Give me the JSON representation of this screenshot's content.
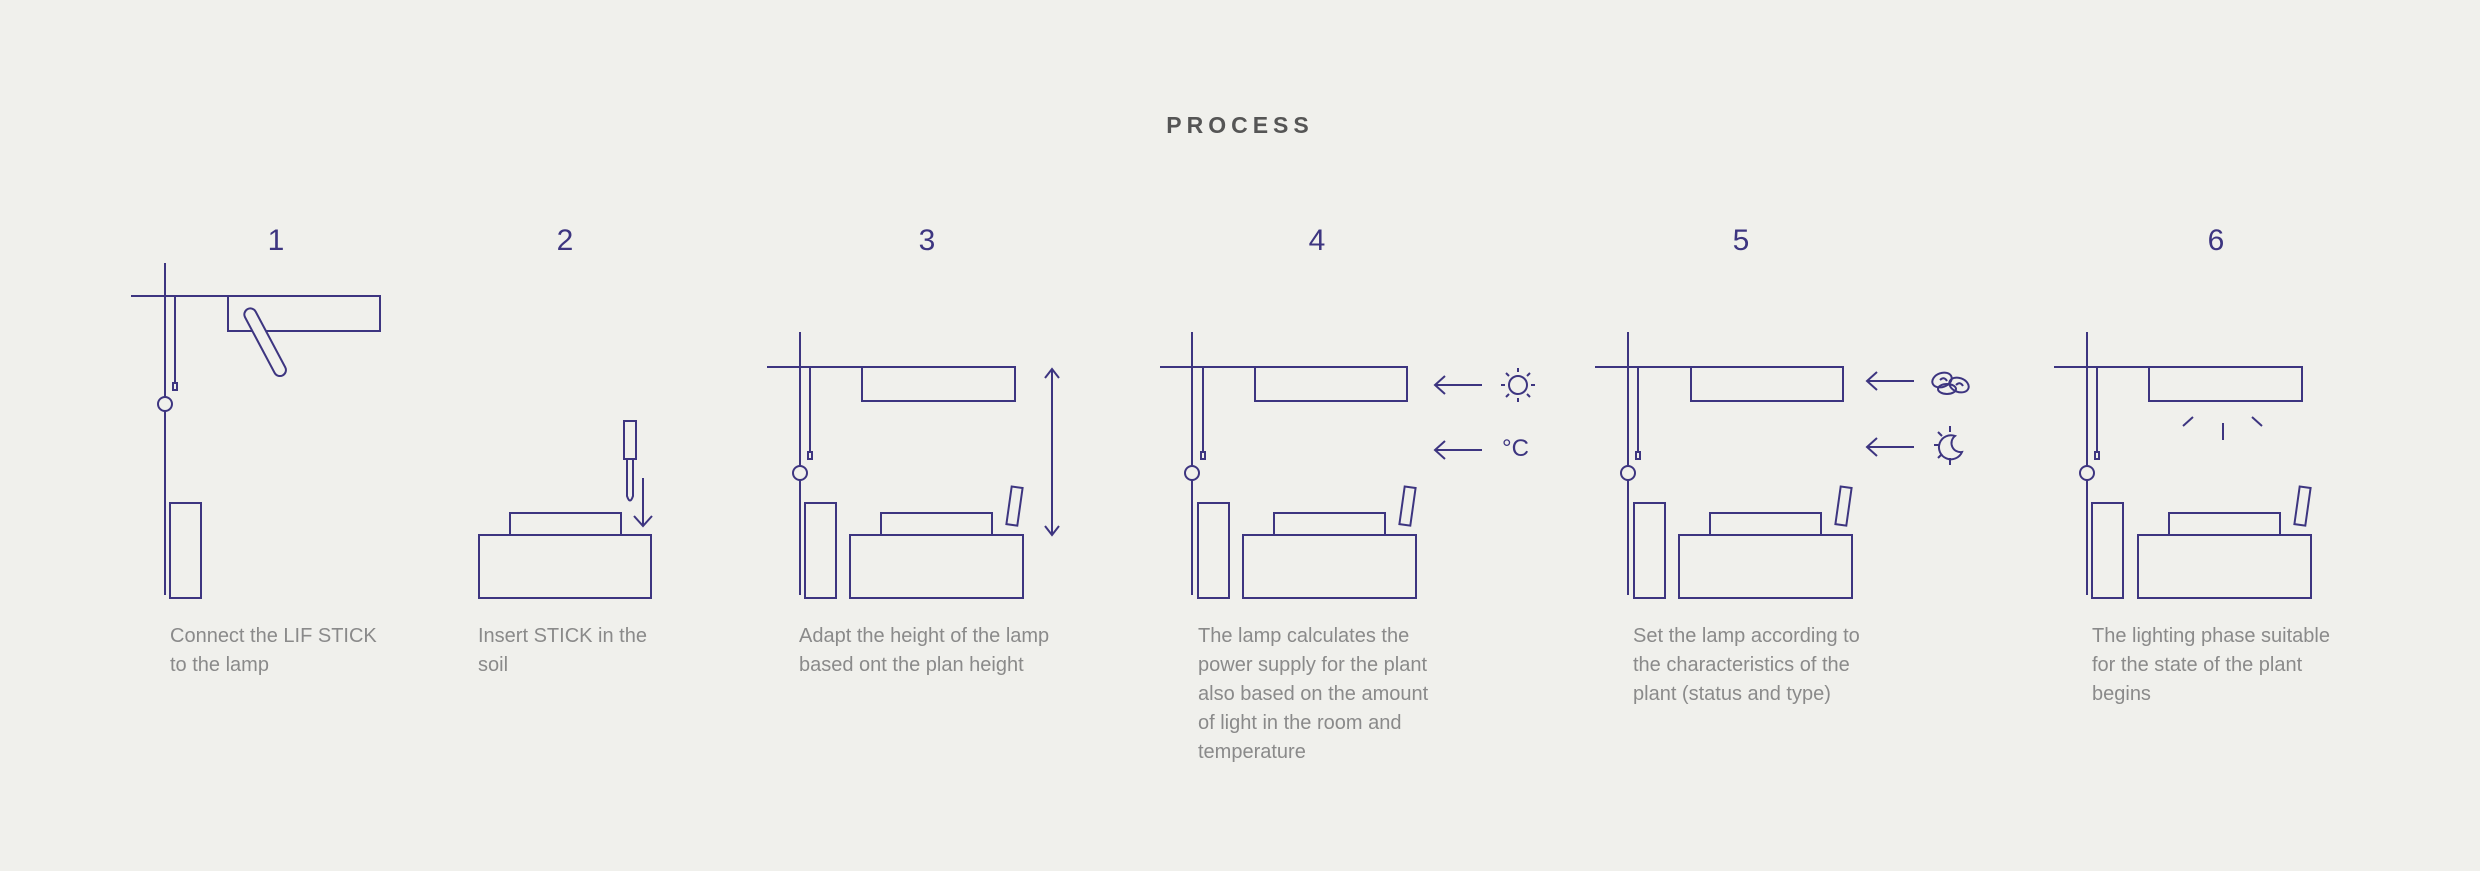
{
  "title": "PROCESS",
  "steps": [
    {
      "number": "1",
      "text": "Connect the LIF STICK\nto the lamp"
    },
    {
      "number": "2",
      "text": "Insert STICK in the\nsoil"
    },
    {
      "number": "3",
      "text": "Adapt the height of the lamp\nbased ont the plan height"
    },
    {
      "number": "4",
      "text": "The lamp calculates the\npower supply for the plant\nalso based on the amount\nof light in the room and\ntemperature"
    },
    {
      "number": "5",
      "text": "Set the lamp according to\nthe characteristics of the\nplant (status and type)"
    },
    {
      "number": "6",
      "text": "The lighting phase suitable\nfor the state of the plant\nbegins"
    }
  ],
  "icons": {
    "step4": [
      "sun-icon",
      "celsius-icon"
    ],
    "step5": [
      "plant-type-icon",
      "day-night-icon"
    ],
    "step6": [
      "light-rays-icon"
    ]
  },
  "celsius_label": "°C",
  "colors": {
    "background": "#f0f0ec",
    "line": "#3d3580",
    "title": "#555555",
    "text": "#8a8a8a"
  }
}
